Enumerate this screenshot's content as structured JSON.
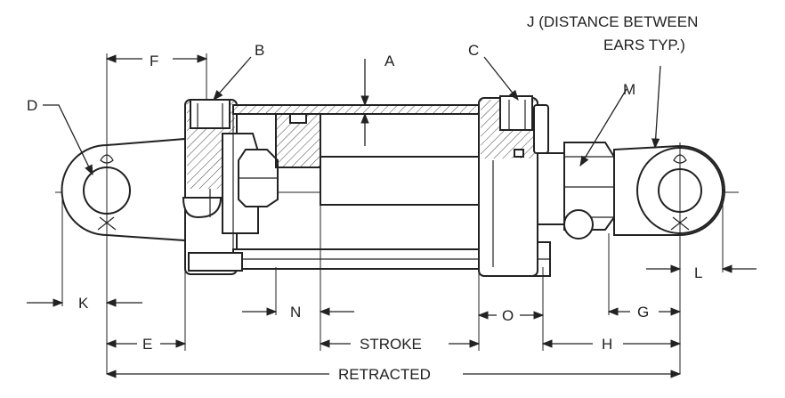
{
  "labels": {
    "a": "A",
    "b": "B",
    "c": "C",
    "d": "D",
    "e": "E",
    "f": "F",
    "g": "G",
    "h": "H",
    "k": "K",
    "l": "L",
    "m": "M",
    "n": "N",
    "o": "O",
    "j_line1": "J (DISTANCE BETWEEN",
    "j_line2": "EARS TYP.)",
    "stroke": "STROKE",
    "retracted": "RETRACTED"
  }
}
